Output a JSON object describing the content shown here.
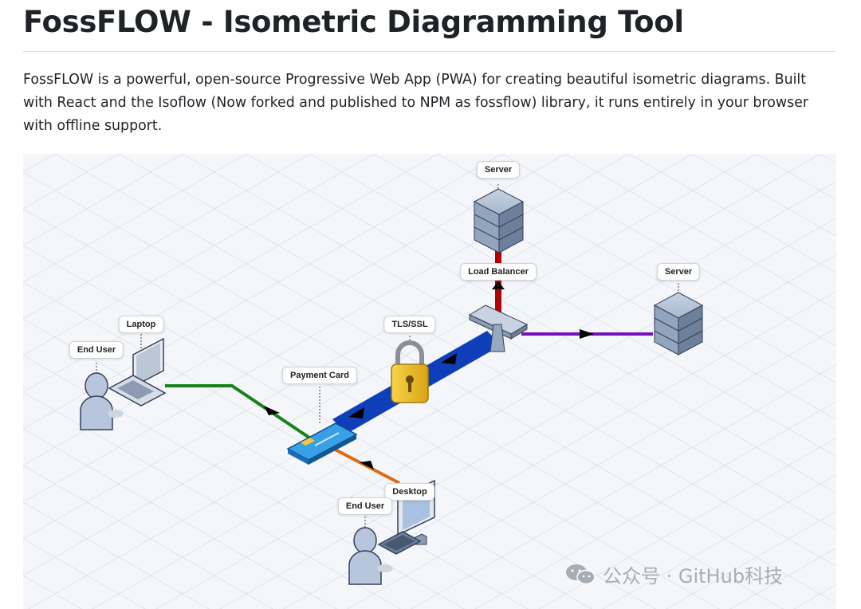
{
  "heading": "FossFLOW - Isometric Diagramming Tool",
  "intro": "FossFLOW is a powerful, open-source Progressive Web App (PWA) for creating beautiful isometric diagrams. Built with React and the Isoflow (Now forked and published to NPM as fossflow) library, it runs entirely in your browser with offline support.",
  "diagram": {
    "labels": {
      "server_top": "Server",
      "load_balancer": "Load Balancer",
      "server_right": "Server",
      "tls": "TLS/SSL",
      "laptop": "Laptop",
      "end_user_left": "End User",
      "payment_card": "Payment Card",
      "desktop": "Desktop",
      "end_user_bottom": "End User"
    },
    "colors": {
      "green": "#17821c",
      "blue": "#0f3fb8",
      "red": "#b30000",
      "purple": "#7412b8",
      "orange": "#e06a10"
    }
  },
  "watermark": "公众号 · GitHub科技"
}
